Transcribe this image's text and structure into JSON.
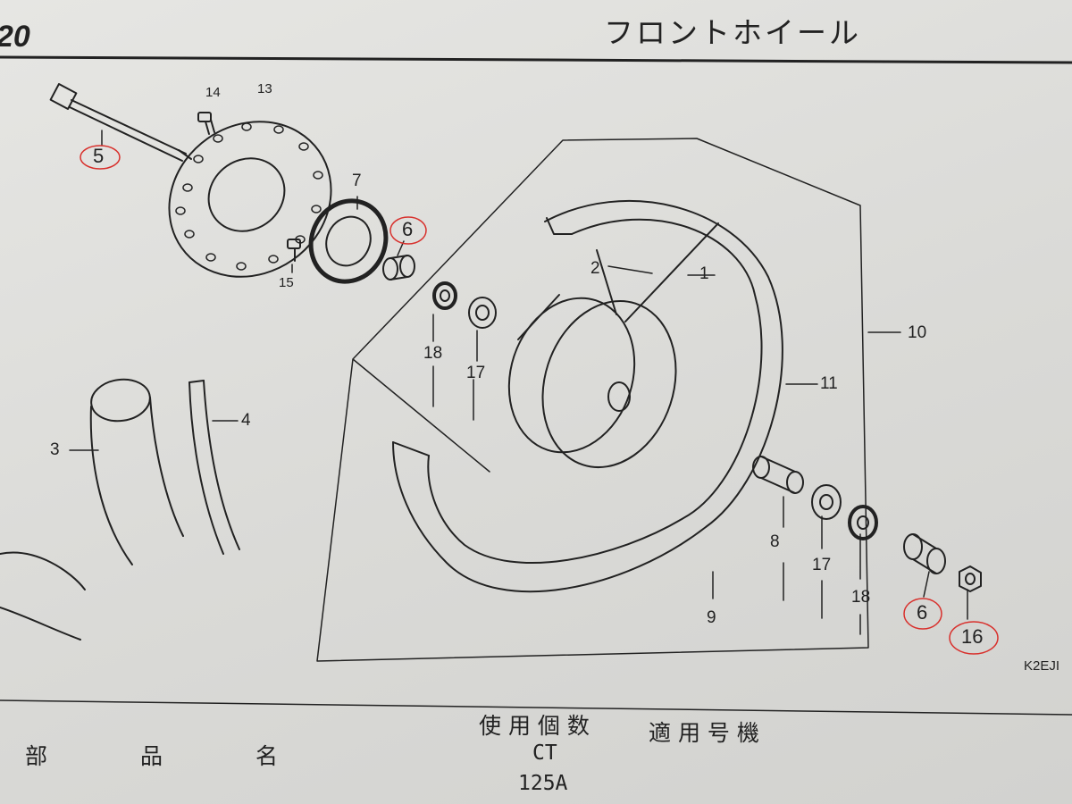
{
  "header": {
    "page_number": "20",
    "title": "フロントホイール"
  },
  "part_labels": {
    "p1": "1",
    "p2": "2",
    "p3": "3",
    "p4": "4",
    "p5": "5",
    "p6a": "6",
    "p6b": "6",
    "p7": "7",
    "p8": "8",
    "p9": "9",
    "p10": "10",
    "p11": "11",
    "p13": "13",
    "p14": "14",
    "p15": "15",
    "p16": "16",
    "p17a": "17",
    "p17b": "17",
    "p18a": "18",
    "p18b": "18"
  },
  "diagram_code": "K2EJI",
  "table_header": {
    "usage_count": "使 用 個 数",
    "applicable_models": "適 用 号 機",
    "part_name": "部　　品　　名",
    "model_line1": "CT",
    "model_line2": "125A"
  },
  "colors": {
    "ink": "#222222",
    "annotation_red": "#d8302c",
    "paper": "#e2e2df"
  }
}
